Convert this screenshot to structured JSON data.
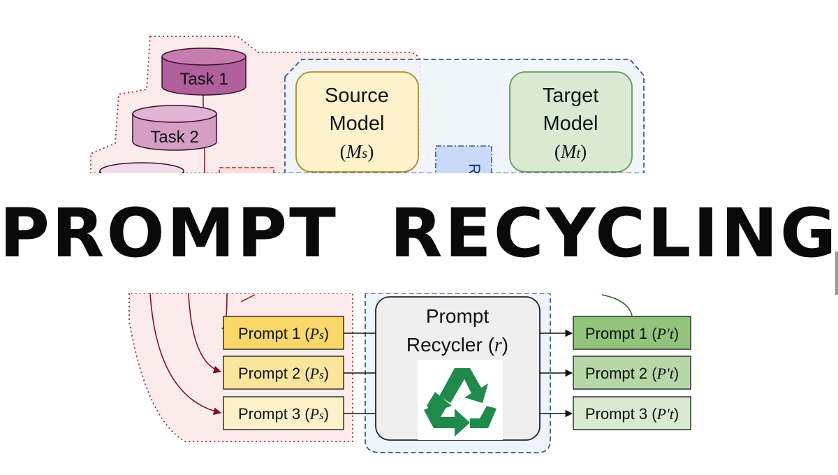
{
  "title": "PROMPT  RECYCLING",
  "tasks": [
    {
      "label": "Task 1",
      "color": "#b0609a"
    },
    {
      "label": "Task 2",
      "color": "#d59ec5"
    },
    {
      "label": "",
      "color": "#ecd3e2"
    }
  ],
  "source_model": {
    "line1": "Source",
    "line2": "Model",
    "symbol": "M",
    "sub": "s"
  },
  "target_model": {
    "line1": "Target",
    "line2": "Model",
    "symbol": "M",
    "sub": "t"
  },
  "center_box_partial_text": "R",
  "recycler": {
    "line1": "Prompt",
    "line2": "Recycler (",
    "symbol": "r",
    "close": ")"
  },
  "source_prompts": [
    {
      "label": "Prompt 1 (",
      "symbol": "P",
      "sub": "s",
      "close": ")",
      "fill": "#f9d869"
    },
    {
      "label": "Prompt 2 (",
      "symbol": "P",
      "sub": "s",
      "close": ")",
      "fill": "#fbe59c"
    },
    {
      "label": "Prompt 3 (",
      "symbol": "P",
      "sub": "s",
      "close": ")",
      "fill": "#fdf1c9"
    }
  ],
  "target_prompts": [
    {
      "label": "Prompt 1 (",
      "symbol": "P't",
      "close": ")",
      "fill": "#93c47d"
    },
    {
      "label": "Prompt 2 (",
      "symbol": "P't",
      "close": ")",
      "fill": "#b6d7a8"
    },
    {
      "label": "Prompt 3 (",
      "symbol": "P't",
      "close": ")",
      "fill": "#d9ead3"
    }
  ],
  "colors": {
    "source_fill": "#fef2cc",
    "source_stroke": "#a89028",
    "target_fill": "#d9ead3",
    "target_stroke": "#6a9a58",
    "recycle_green": "#1f8a4c",
    "arrow_dark": "#7a1620",
    "region_pink": "#fcebeb",
    "region_blue": "#eef4fb"
  },
  "icons": [
    "recycle-icon"
  ]
}
